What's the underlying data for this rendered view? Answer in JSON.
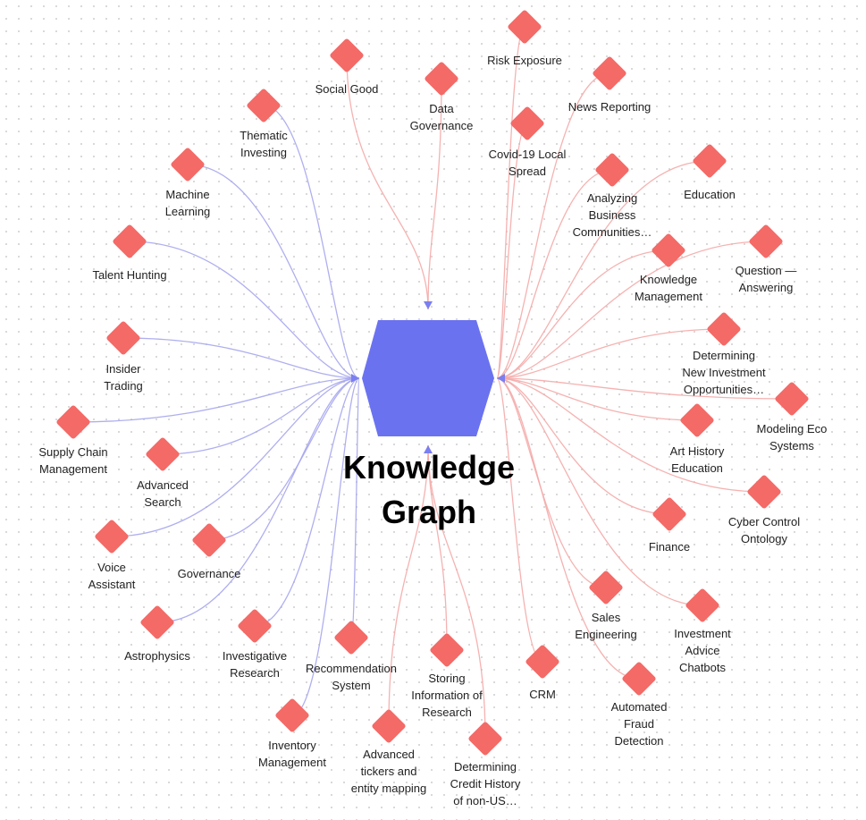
{
  "colors": {
    "node": "#f46a67",
    "edge_red": "#f4aaa8",
    "edge_blue": "#a6a6ee",
    "hub": "#6b72f0",
    "arrow": "#7b7ff0"
  },
  "center": {
    "label": "Knowledge\nGraph",
    "shape": "hexagon"
  },
  "nodes": [
    {
      "id": "n1",
      "label": "Social Good"
    },
    {
      "id": "n2",
      "label": "Data\nGovernance"
    },
    {
      "id": "n3",
      "label": "Risk Exposure"
    },
    {
      "id": "n4",
      "label": "News Reporting"
    },
    {
      "id": "n5",
      "label": "Covid-19 Local\nSpread"
    },
    {
      "id": "n6",
      "label": "Thematic\nInvesting"
    },
    {
      "id": "n7",
      "label": "Machine\nLearning"
    },
    {
      "id": "n8",
      "label": "Analyzing\nBusiness\nCommunities…"
    },
    {
      "id": "n9",
      "label": "Education"
    },
    {
      "id": "n10",
      "label": "Talent Hunting"
    },
    {
      "id": "n11",
      "label": "Knowledge\nManagement"
    },
    {
      "id": "n12",
      "label": "Question —\nAnswering"
    },
    {
      "id": "n13",
      "label": "Insider\nTrading"
    },
    {
      "id": "n14",
      "label": "Determining\nNew Investment\nOpportunities…"
    },
    {
      "id": "n15",
      "label": "Modeling Eco\nSystems"
    },
    {
      "id": "n16",
      "label": "Supply Chain\nManagement"
    },
    {
      "id": "n17",
      "label": "Advanced\nSearch"
    },
    {
      "id": "n18",
      "label": "Art History\nEducation"
    },
    {
      "id": "n19",
      "label": "Cyber Control\nOntology"
    },
    {
      "id": "n20",
      "label": "Voice\nAssistant"
    },
    {
      "id": "n21",
      "label": "Governance"
    },
    {
      "id": "n22",
      "label": "Finance"
    },
    {
      "id": "n23",
      "label": "Sales\nEngineering"
    },
    {
      "id": "n24",
      "label": "Investment\nAdvice\nChatbots"
    },
    {
      "id": "n25",
      "label": "Astrophysics"
    },
    {
      "id": "n26",
      "label": "Investigative\nResearch"
    },
    {
      "id": "n27",
      "label": "Recommendation\nSystem"
    },
    {
      "id": "n28",
      "label": "Storing\nInformation of\nResearch"
    },
    {
      "id": "n29",
      "label": "CRM"
    },
    {
      "id": "n30",
      "label": "Automated\nFraud\nDetection"
    },
    {
      "id": "n31",
      "label": "Inventory\nManagement"
    },
    {
      "id": "n32",
      "label": "Advanced\ntickers and\nentity mapping"
    },
    {
      "id": "n33",
      "label": "Determining\nCredit History\nof non-US…"
    }
  ]
}
